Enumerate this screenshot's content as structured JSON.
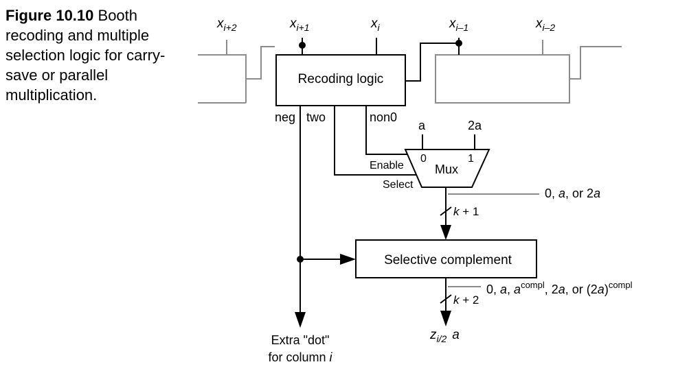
{
  "caption": {
    "figure": "Figure 10.10",
    "text": "Booth recoding and multiple selection logic for carry-save or parallel multiplication."
  },
  "inputs": {
    "x_i_plus_2": "x",
    "x_i_plus_2_sub": "i+2",
    "x_i_plus_1": "x",
    "x_i_plus_1_sub": "i+1",
    "x_i": "x",
    "x_i_sub": "i",
    "x_i_minus_1": "x",
    "x_i_minus_1_sub": "i–1",
    "x_i_minus_2": "x",
    "x_i_minus_2_sub": "i–2"
  },
  "blocks": {
    "recoding": "Recoding logic",
    "mux": "Mux",
    "selective": "Selective complement"
  },
  "signals": {
    "neg": "neg",
    "two": "two",
    "non0": "non0",
    "a": "a",
    "two_a": "2a",
    "enable": "Enable",
    "select": "Select",
    "mux_in0": "0",
    "mux_in1": "1"
  },
  "annotations": {
    "mux_out_a": "0, ",
    "mux_out_b": "a",
    "mux_out_c": ", or 2",
    "mux_out_d": "a",
    "width1_k": "k",
    "width1_rest": " + 1",
    "width2_k": "k",
    "width2_rest": " + 2",
    "sel_out_1": "0, ",
    "sel_out_2": "a",
    "sel_out_3": ", ",
    "sel_out_4": "a",
    "sel_out_5": "compl",
    "sel_out_6": ", 2",
    "sel_out_7": "a",
    "sel_out_8": ", or (2",
    "sel_out_9": "a",
    "sel_out_10": ")",
    "sel_out_11": "compl"
  },
  "outputs": {
    "z_main": "z",
    "z_sub": "i/2",
    "z_a": "a",
    "extra_line1": "Extra \"dot\"",
    "extra_line2_a": "for column ",
    "extra_line2_b": "i"
  }
}
